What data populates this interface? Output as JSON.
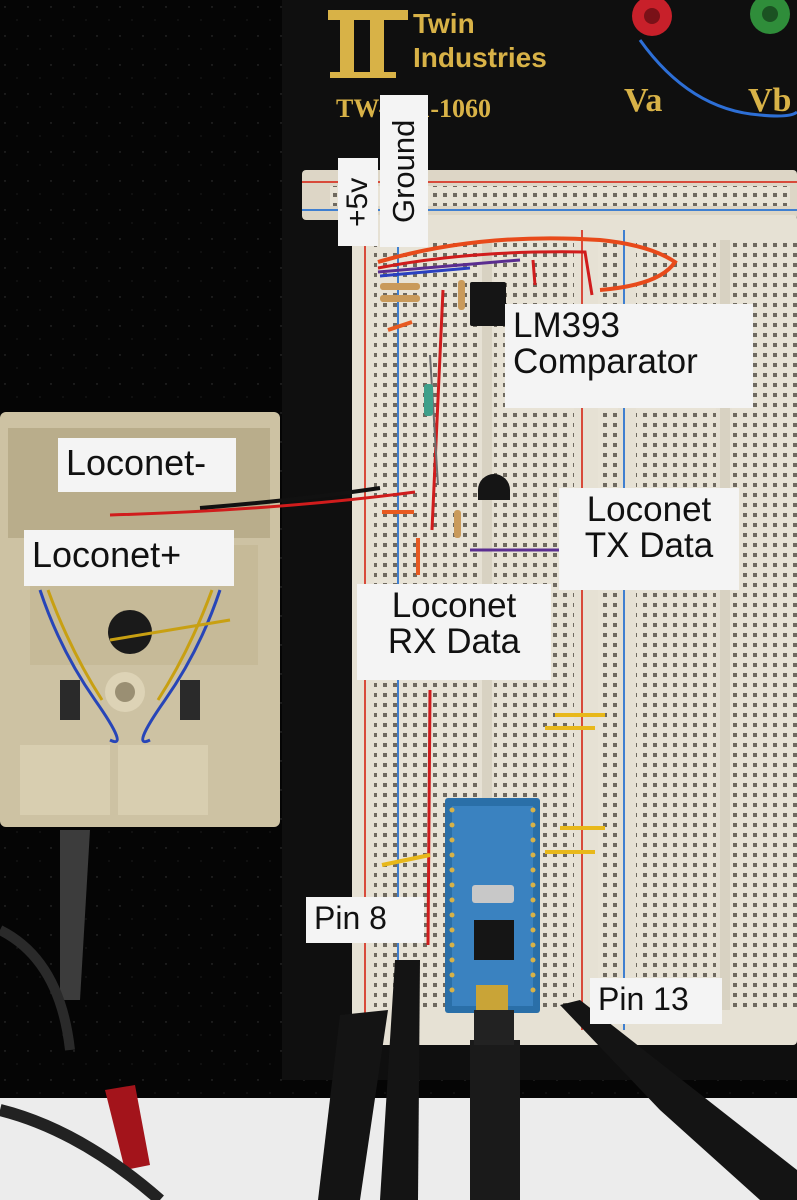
{
  "brand": {
    "company_line1": "Twin",
    "company_line2": "Industries",
    "model": "TW-E41-1060",
    "terminal_a": "Va",
    "terminal_b": "Vb"
  },
  "labels": {
    "plus5v": "+5v",
    "ground": "Ground",
    "comparator_line1": "LM393",
    "comparator_line2": "Comparator",
    "loconet_minus": "Loconet-",
    "loconet_plus": "Loconet+",
    "tx_line1": "Loconet",
    "tx_line2": "TX Data",
    "rx_line1": "Loconet",
    "rx_line2": "RX Data",
    "pin8": "Pin 8",
    "pin13": "Pin 13"
  },
  "colors": {
    "label_bg": "#f4f4f4",
    "label_text": "#111111",
    "brand_gold": "#d8b247",
    "breadboard": "#e6e1d4",
    "rail_red": "#d84a3a",
    "rail_blue": "#3f7fd0",
    "arduino_blue": "#2a6fa8"
  }
}
